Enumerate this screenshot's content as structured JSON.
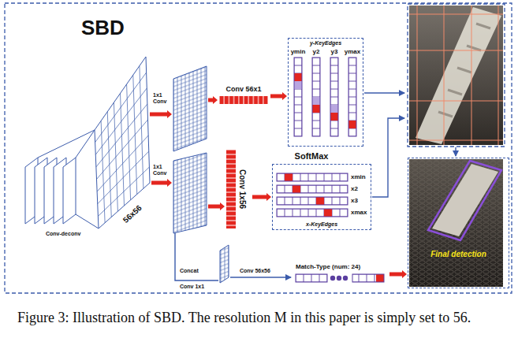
{
  "diagram": {
    "title": "SBD",
    "caption": "Figure 3: Illustration of SBD. The resolution M in this paper is simply set to 56.",
    "nodes": [
      {
        "text": [
          "Conv 56x1"
        ]
      },
      {
        "text": [
          "y-KeyEdges"
        ]
      },
      {
        "text": [
          "Conv 1x56"
        ]
      },
      {
        "text": [
          "x-KeyEdges"
        ]
      },
      {
        "text": [
          "Match-Type (num: 24)"
        ]
      },
      {
        "text": [
          "Final detection"
        ]
      }
    ],
    "edges": [
      {
        "from": 0,
        "to": 1,
        "arrow": "to"
      },
      {
        "from": 2,
        "to": 3,
        "arrow": "to"
      },
      {
        "from": 4,
        "to": 5,
        "arrow": "to"
      }
    ],
    "labels": [
      "56x56",
      "Conv-deconv",
      "1x1 Conv",
      "1x1 Conv",
      "ymin",
      "y2",
      "y3",
      "ymax",
      "SoftMax",
      "xmin",
      "x2",
      "x3",
      "xmax",
      "Concat",
      "Conv 1x1",
      "Conv 56x56"
    ]
  }
}
